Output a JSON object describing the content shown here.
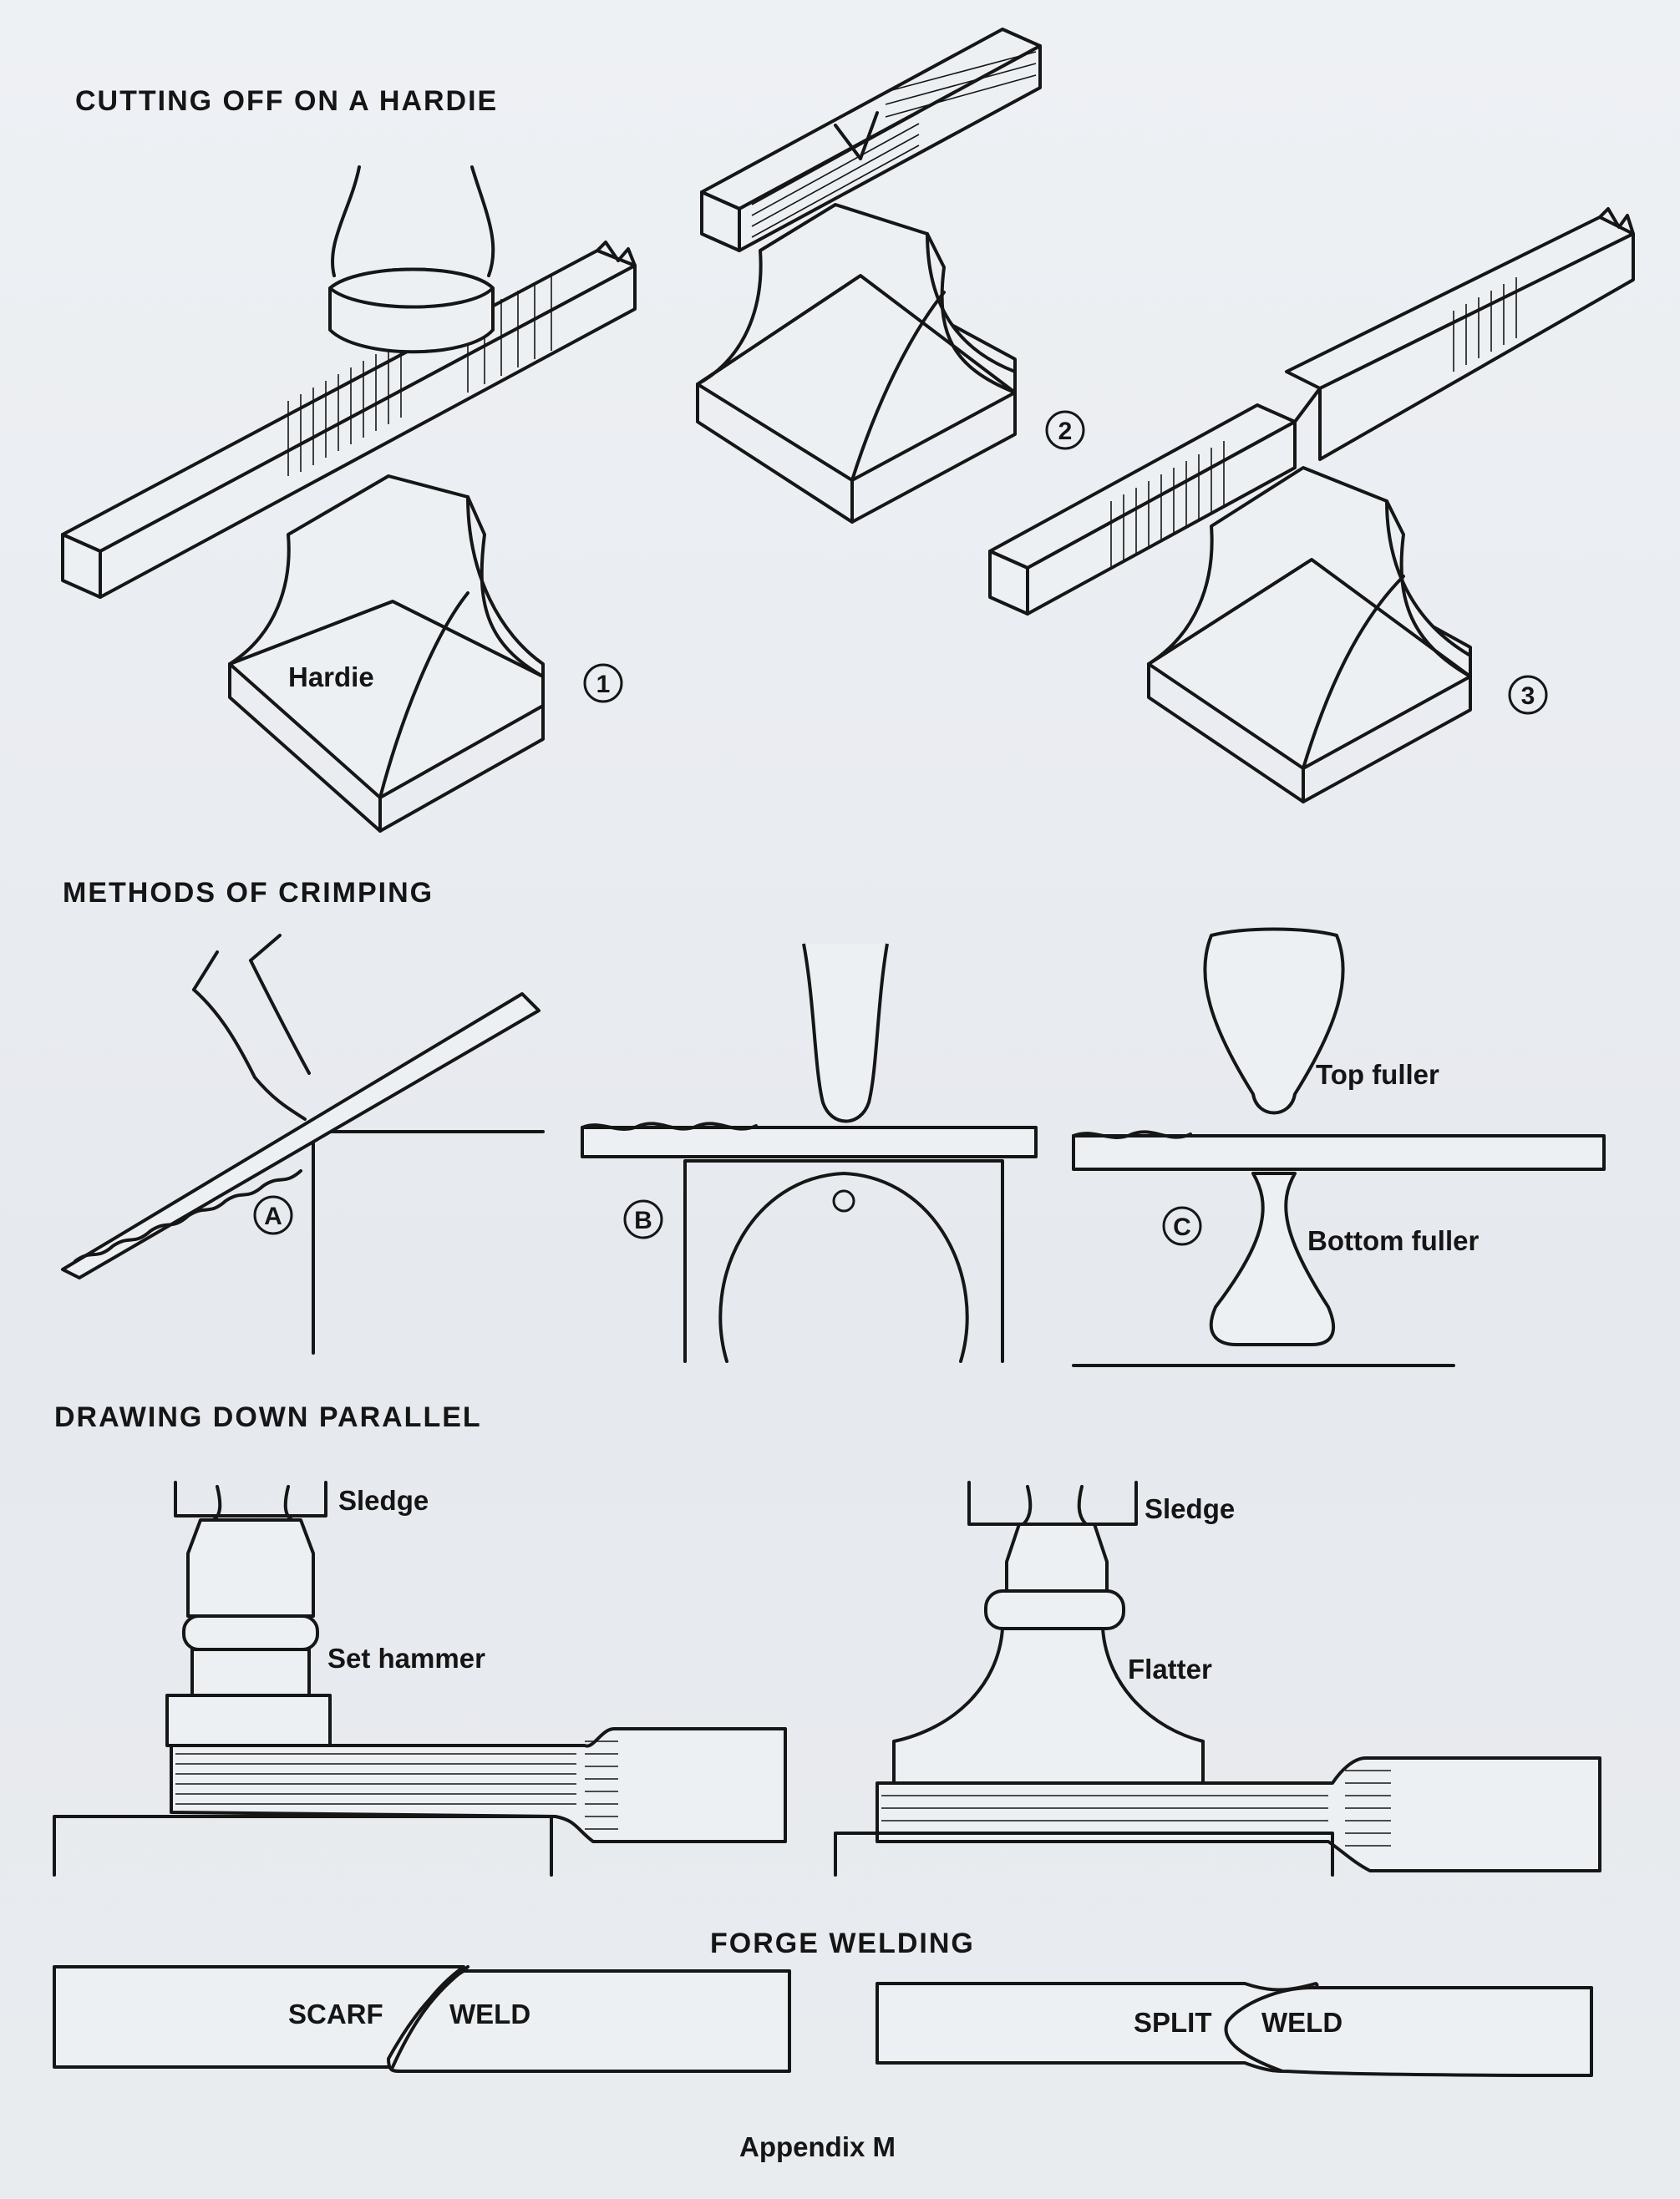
{
  "sections": {
    "cutting": "CUTTING OFF ON A HARDIE",
    "crimping": "METHODS OF CRIMPING",
    "drawing": "DRAWING DOWN PARALLEL",
    "welding": "FORGE WELDING"
  },
  "labels": {
    "hardie": "Hardie",
    "top_fuller": "Top fuller",
    "bottom_fuller": "Bottom fuller",
    "sledge_left": "Sledge",
    "sledge_right": "Sledge",
    "set_hammer": "Set hammer",
    "flatter": "Flatter",
    "scarf": "SCARF",
    "scarf_weld": "WELD",
    "split": "SPLIT",
    "split_weld": "WELD"
  },
  "steps": [
    "1",
    "2",
    "3"
  ],
  "methods": [
    "A",
    "B",
    "C"
  ],
  "footer": "Appendix M"
}
